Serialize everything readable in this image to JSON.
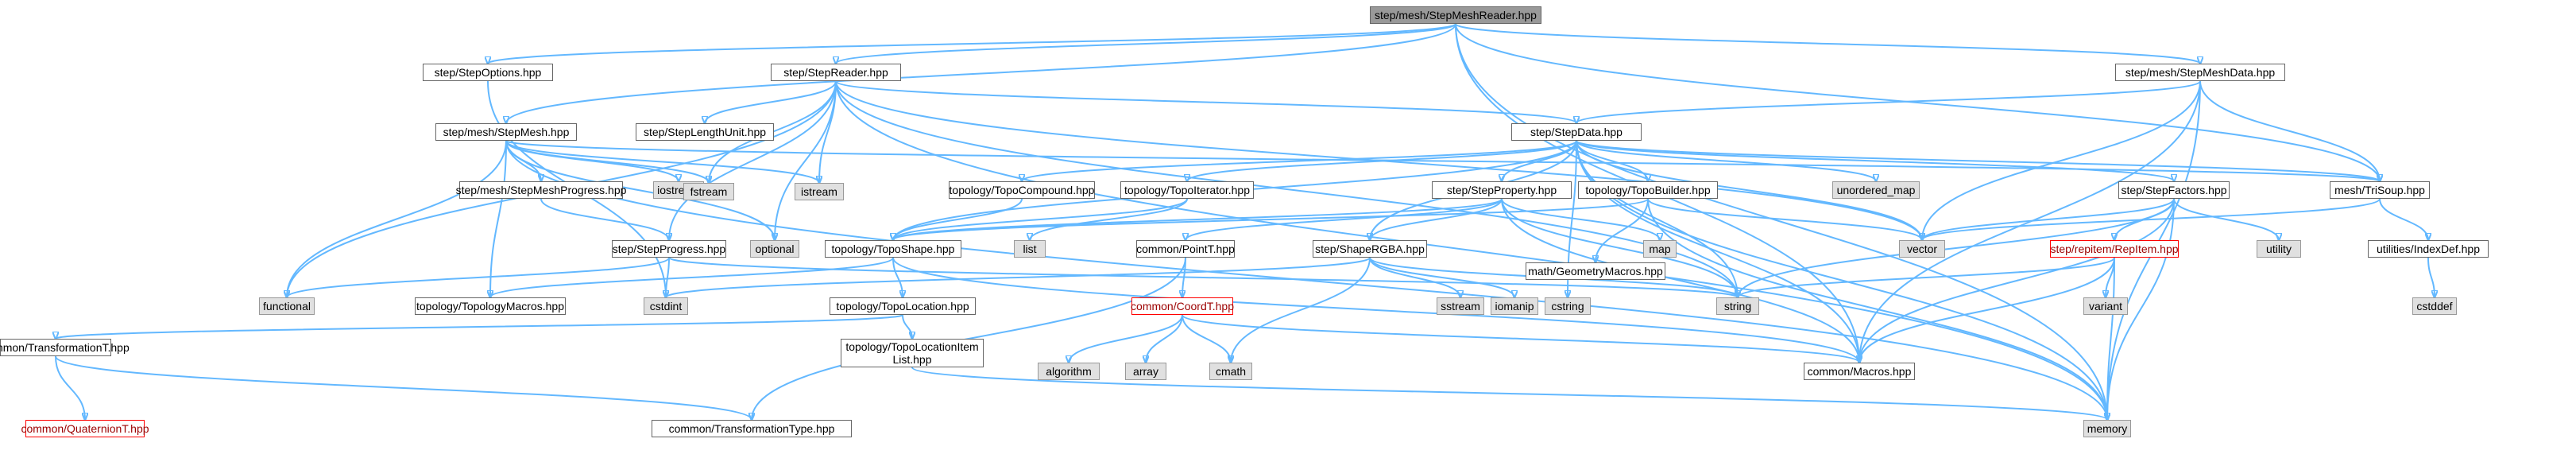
{
  "graph": {
    "nodes": [
      {
        "id": "root",
        "label": "step/mesh/StepMeshReader.hpp",
        "kind": "root"
      },
      {
        "id": "stepoptions",
        "label": "step/StepOptions.hpp",
        "kind": "file"
      },
      {
        "id": "stepreader",
        "label": "step/StepReader.hpp",
        "kind": "file"
      },
      {
        "id": "stepmeshdata",
        "label": "step/mesh/StepMeshData.hpp",
        "kind": "file"
      },
      {
        "id": "steplengthunit",
        "label": "step/StepLengthUnit.hpp",
        "kind": "file"
      },
      {
        "id": "stepmesh",
        "label": "step/mesh/StepMesh.hpp",
        "kind": "file"
      },
      {
        "id": "stepdata",
        "label": "step/StepData.hpp",
        "kind": "file"
      },
      {
        "id": "iostream",
        "label": "iostream",
        "kind": "sys"
      },
      {
        "id": "fstream",
        "label": "fstream",
        "kind": "sys"
      },
      {
        "id": "istream",
        "label": "istream",
        "kind": "sys"
      },
      {
        "id": "unordered_map",
        "label": "unordered_map",
        "kind": "sys"
      },
      {
        "id": "stepmeshprogress",
        "label": "step/mesh/StepMeshProgress.hpp",
        "kind": "file"
      },
      {
        "id": "topocompound",
        "label": "topology/TopoCompound.hpp",
        "kind": "file"
      },
      {
        "id": "topoiterator",
        "label": "topology/TopoIterator.hpp",
        "kind": "file"
      },
      {
        "id": "stepproperty",
        "label": "step/StepProperty.hpp",
        "kind": "file"
      },
      {
        "id": "topobuilder",
        "label": "topology/TopoBuilder.hpp",
        "kind": "file"
      },
      {
        "id": "stepfactors",
        "label": "step/StepFactors.hpp",
        "kind": "file"
      },
      {
        "id": "trisoup",
        "label": "mesh/TriSoup.hpp",
        "kind": "file"
      },
      {
        "id": "optional",
        "label": "optional",
        "kind": "sys"
      },
      {
        "id": "list",
        "label": "list",
        "kind": "sys"
      },
      {
        "id": "map",
        "label": "map",
        "kind": "sys"
      },
      {
        "id": "vector",
        "label": "vector",
        "kind": "sys"
      },
      {
        "id": "utility",
        "label": "utility",
        "kind": "sys"
      },
      {
        "id": "indexdef",
        "label": "utilities/IndexDef.hpp",
        "kind": "file"
      },
      {
        "id": "stepprogress",
        "label": "step/StepProgress.hpp",
        "kind": "file"
      },
      {
        "id": "toposhape",
        "label": "topology/TopoShape.hpp",
        "kind": "file"
      },
      {
        "id": "pointt",
        "label": "common/PointT.hpp",
        "kind": "file"
      },
      {
        "id": "shaperGBA",
        "label": "step/ShapeRGBA.hpp",
        "kind": "file"
      },
      {
        "id": "geometrymacros",
        "label": "math/GeometryMacros.hpp",
        "kind": "file"
      },
      {
        "id": "repitem",
        "label": "step/repitem/RepItem.hpp",
        "kind": "missing"
      },
      {
        "id": "cstddef",
        "label": "cstddef",
        "kind": "sys"
      },
      {
        "id": "functional",
        "label": "functional",
        "kind": "sys"
      },
      {
        "id": "topologymacros",
        "label": "topology/TopologyMacros.hpp",
        "kind": "file"
      },
      {
        "id": "cstdint",
        "label": "cstdint",
        "kind": "sys"
      },
      {
        "id": "sstream",
        "label": "sstream",
        "kind": "sys"
      },
      {
        "id": "iomanip",
        "label": "iomanip",
        "kind": "sys"
      },
      {
        "id": "cstring",
        "label": "cstring",
        "kind": "sys"
      },
      {
        "id": "string",
        "label": "string",
        "kind": "sys"
      },
      {
        "id": "variant",
        "label": "variant",
        "kind": "sys"
      },
      {
        "id": "topolocation",
        "label": "topology/TopoLocation.hpp",
        "kind": "file"
      },
      {
        "id": "coordt",
        "label": "common/CoordT.hpp",
        "kind": "missing"
      },
      {
        "id": "transformationt",
        "label": "common/TransformationT.hpp",
        "kind": "file"
      },
      {
        "id": "topolocationitemlist",
        "label": "topology/TopoLocationItem\nList.hpp",
        "kind": "file"
      },
      {
        "id": "algorithm",
        "label": "algorithm",
        "kind": "sys"
      },
      {
        "id": "array",
        "label": "array",
        "kind": "sys"
      },
      {
        "id": "cmath",
        "label": "cmath",
        "kind": "sys"
      },
      {
        "id": "macros",
        "label": "common/Macros.hpp",
        "kind": "file"
      },
      {
        "id": "quaternion",
        "label": "common/QuaternionT.hpp",
        "kind": "missing"
      },
      {
        "id": "transformationtype",
        "label": "common/TransformationType.hpp",
        "kind": "file"
      },
      {
        "id": "memory",
        "label": "memory",
        "kind": "sys"
      }
    ],
    "edges": [
      [
        "root",
        "stepoptions"
      ],
      [
        "root",
        "stepreader"
      ],
      [
        "root",
        "stepmeshdata"
      ],
      [
        "root",
        "stepmesh"
      ],
      [
        "root",
        "trisoup"
      ],
      [
        "root",
        "macros"
      ],
      [
        "root",
        "memory"
      ],
      [
        "stepoptions",
        "cstdint"
      ],
      [
        "stepreader",
        "steplengthunit"
      ],
      [
        "stepreader",
        "stepdata"
      ],
      [
        "stepreader",
        "fstream"
      ],
      [
        "stepreader",
        "istream"
      ],
      [
        "stepreader",
        "optional"
      ],
      [
        "stepreader",
        "stepprogress"
      ],
      [
        "stepreader",
        "functional"
      ],
      [
        "stepreader",
        "vector"
      ],
      [
        "stepreader",
        "string"
      ],
      [
        "stepreader",
        "memory"
      ],
      [
        "stepmeshdata",
        "stepdata"
      ],
      [
        "stepmeshdata",
        "trisoup"
      ],
      [
        "stepmeshdata",
        "vector"
      ],
      [
        "stepmeshdata",
        "macros"
      ],
      [
        "stepmeshdata",
        "memory"
      ],
      [
        "stepmesh",
        "iostream"
      ],
      [
        "stepmesh",
        "fstream"
      ],
      [
        "stepmesh",
        "istream"
      ],
      [
        "stepmesh",
        "stepmeshprogress"
      ],
      [
        "stepmesh",
        "optional"
      ],
      [
        "stepmesh",
        "functional"
      ],
      [
        "stepmesh",
        "topologymacros"
      ],
      [
        "stepmesh",
        "trisoup"
      ],
      [
        "stepmesh",
        "memory"
      ],
      [
        "stepdata",
        "unordered_map"
      ],
      [
        "stepdata",
        "topocompound"
      ],
      [
        "stepdata",
        "topoiterator"
      ],
      [
        "stepdata",
        "stepproperty"
      ],
      [
        "stepdata",
        "topobuilder"
      ],
      [
        "stepdata",
        "stepfactors"
      ],
      [
        "stepdata",
        "trisoup"
      ],
      [
        "stepdata",
        "vector"
      ],
      [
        "stepdata",
        "string"
      ],
      [
        "stepdata",
        "cstring"
      ],
      [
        "stepdata",
        "toposhape"
      ],
      [
        "stepdata",
        "shaperGBA"
      ],
      [
        "stepdata",
        "macros"
      ],
      [
        "stepdata",
        "memory"
      ],
      [
        "stepmeshprogress",
        "stepprogress"
      ],
      [
        "topocompound",
        "toposhape"
      ],
      [
        "topoiterator",
        "toposhape"
      ],
      [
        "topoiterator",
        "list"
      ],
      [
        "stepproperty",
        "toposhape"
      ],
      [
        "stepproperty",
        "shaperGBA"
      ],
      [
        "stepproperty",
        "pointt"
      ],
      [
        "stepproperty",
        "map"
      ],
      [
        "stepproperty",
        "string"
      ],
      [
        "stepproperty",
        "macros"
      ],
      [
        "topobuilder",
        "toposhape"
      ],
      [
        "topobuilder",
        "geometrymacros"
      ],
      [
        "topobuilder",
        "vector"
      ],
      [
        "topobuilder",
        "memory"
      ],
      [
        "stepfactors",
        "vector"
      ],
      [
        "stepfactors",
        "utility"
      ],
      [
        "stepfactors",
        "repitem"
      ],
      [
        "stepfactors",
        "string"
      ],
      [
        "stepfactors",
        "macros"
      ],
      [
        "stepfactors",
        "memory"
      ],
      [
        "trisoup",
        "indexdef"
      ],
      [
        "trisoup",
        "vector"
      ],
      [
        "indexdef",
        "cstddef"
      ],
      [
        "stepprogress",
        "functional"
      ],
      [
        "stepprogress",
        "cstdint"
      ],
      [
        "stepprogress",
        "string"
      ],
      [
        "toposhape",
        "topolocation"
      ],
      [
        "toposhape",
        "topologymacros"
      ],
      [
        "toposhape",
        "macros"
      ],
      [
        "pointt",
        "coordt"
      ],
      [
        "pointt",
        "transformationtype"
      ],
      [
        "shaperGBA",
        "cstdint"
      ],
      [
        "shaperGBA",
        "sstream"
      ],
      [
        "shaperGBA",
        "iomanip"
      ],
      [
        "shaperGBA",
        "string"
      ],
      [
        "shaperGBA",
        "cmath"
      ],
      [
        "repitem",
        "variant"
      ],
      [
        "repitem",
        "string"
      ],
      [
        "repitem",
        "memory"
      ],
      [
        "repitem",
        "macros"
      ],
      [
        "topolocation",
        "transformationt"
      ],
      [
        "topolocation",
        "topolocationitemlist"
      ],
      [
        "coordt",
        "algorithm"
      ],
      [
        "coordt",
        "array"
      ],
      [
        "coordt",
        "cmath"
      ],
      [
        "coordt",
        "macros"
      ],
      [
        "transformationt",
        "quaternion"
      ],
      [
        "transformationt",
        "transformationtype"
      ],
      [
        "topolocationitemlist",
        "memory"
      ]
    ]
  }
}
